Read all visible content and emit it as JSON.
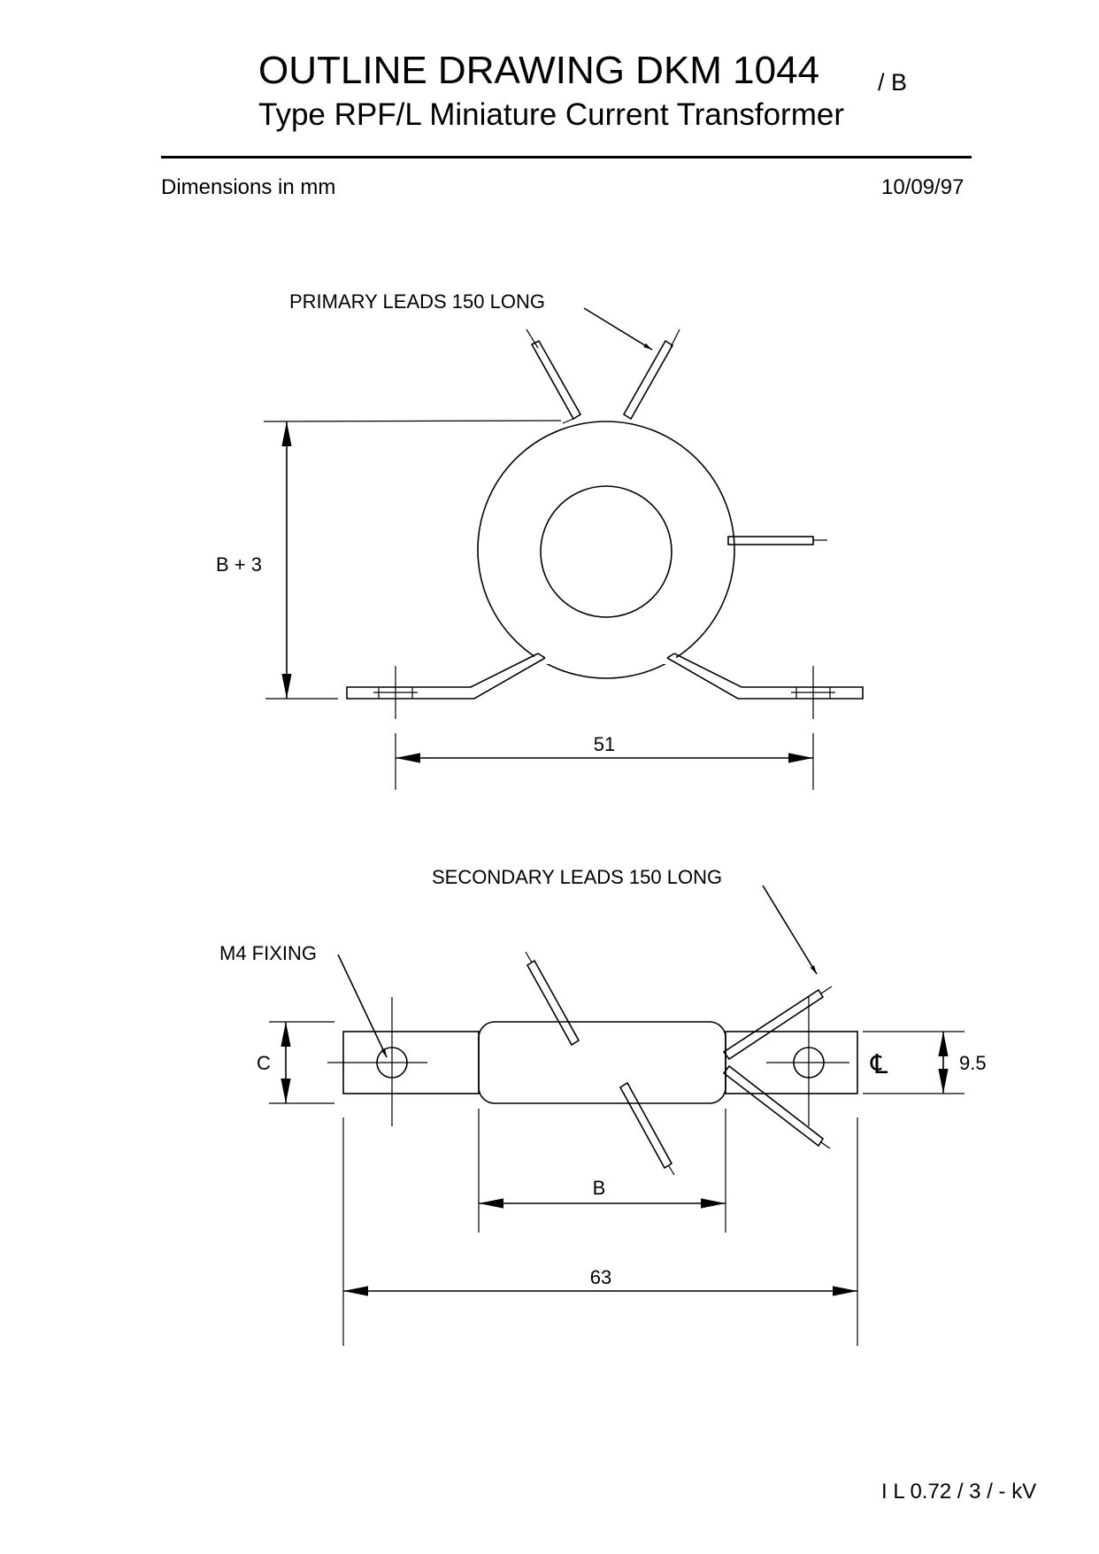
{
  "header": {
    "title": "OUTLINE DRAWING DKM 1044",
    "revision": "/ B",
    "subtitle": "Type RPF/L Miniature Current Transformer",
    "dimensions_note": "Dimensions in mm",
    "date": "10/09/97"
  },
  "top_view": {
    "primary_leads_label": "PRIMARY LEADS 150 LONG",
    "height_dimension": "B + 3",
    "width_dimension": "51"
  },
  "side_view": {
    "secondary_leads_label": "SECONDARY LEADS 150 LONG",
    "fixing_label": "M4 FIXING",
    "thickness_dimension": "C",
    "centerline_symbol": "℄",
    "foot_width_dimension": "9.5",
    "body_length_dimension": "B",
    "overall_length_dimension": "63"
  },
  "footer": {
    "code": "I L 0.72 / 3 / - kV"
  }
}
